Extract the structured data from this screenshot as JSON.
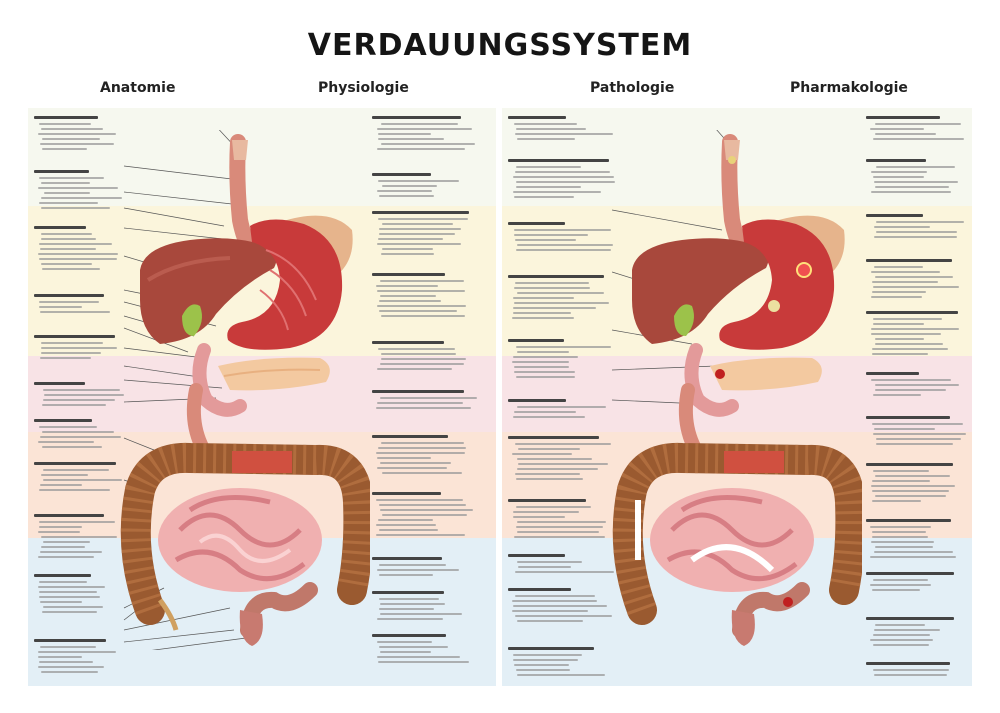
{
  "poster": {
    "title": "VERDAUUNGSSYSTEM",
    "columns": [
      "Anatomie",
      "Physiologie",
      "Pathologie",
      "Pharmakologie"
    ]
  },
  "colors": {
    "band_top": "#f6f8ef",
    "band_yellow": "#fbf5dc",
    "band_pink": "#f8e3e6",
    "band_peach": "#fbe4d6",
    "band_blue": "#e3eff6",
    "liver": "#a8483c",
    "stomach": "#c83a3a",
    "colon": "#9a5a30",
    "small_intestine": "#f0b0b0",
    "pancreas": "#f3c9a0",
    "gallbladder": "#9cc24a"
  },
  "icons": [
    "anatomy-illustration",
    "pathology-illustration",
    "lesion-marker"
  ]
}
